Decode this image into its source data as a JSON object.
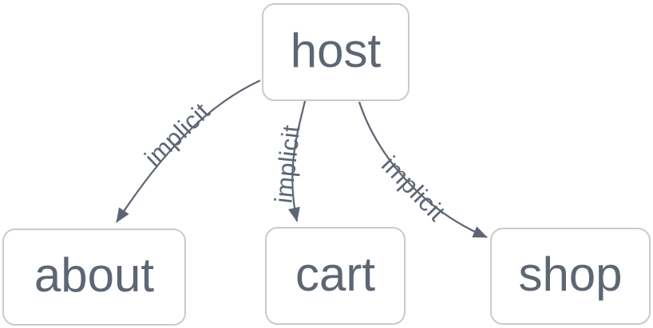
{
  "diagram": {
    "type": "graph",
    "nodes": [
      {
        "id": "host",
        "label": "host"
      },
      {
        "id": "about",
        "label": "about"
      },
      {
        "id": "cart",
        "label": "cart"
      },
      {
        "id": "shop",
        "label": "shop"
      }
    ],
    "edges": [
      {
        "from": "host",
        "to": "about",
        "label": "implicit"
      },
      {
        "from": "host",
        "to": "cart",
        "label": "implicit"
      },
      {
        "from": "host",
        "to": "shop",
        "label": "implicit"
      }
    ],
    "colors": {
      "node_border": "#c9cacc",
      "node_fill": "#ffffff",
      "node_text": "#5d6673",
      "edge_line": "#5d6673",
      "edge_label": "#5d6673",
      "background": "#ffffff"
    }
  }
}
